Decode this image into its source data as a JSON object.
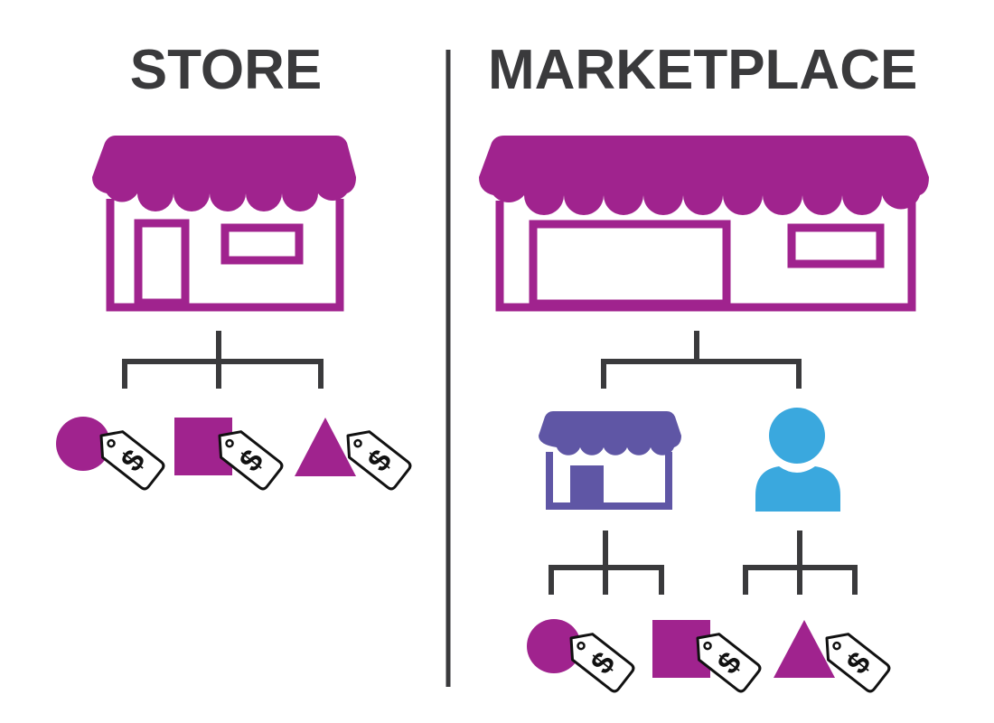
{
  "store": {
    "title": "STORE"
  },
  "marketplace": {
    "title": "MARKETPLACE"
  },
  "colors": {
    "brand_purple": "#a0238e",
    "seller_store_purple": "#5f56a5",
    "user_blue": "#3aa8de",
    "connector_gray": "#3a3a3c",
    "heading_gray": "#3a3a3c"
  },
  "icons": {
    "storefront": "storefront-icon",
    "person": "person-icon",
    "price_tag": "price-tag-icon",
    "product_shapes": [
      "circle",
      "square",
      "triangle"
    ],
    "tag_symbol": "$"
  }
}
